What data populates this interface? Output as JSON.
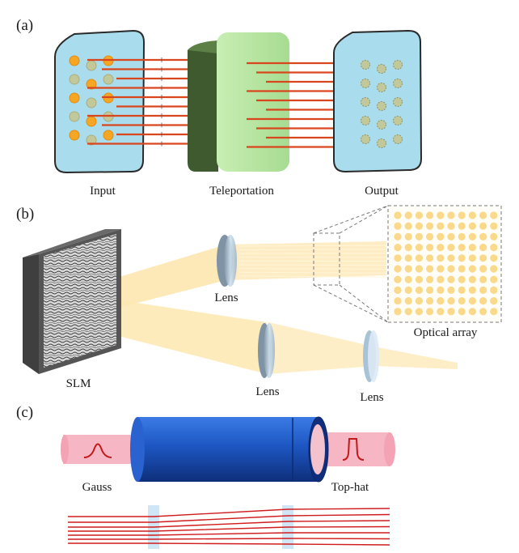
{
  "panels": {
    "a": {
      "label": "(a)",
      "captions": {
        "input": "Input",
        "teleportation": "Teleportation",
        "output": "Output"
      }
    },
    "b": {
      "label": "(b)",
      "captions": {
        "slm": "SLM",
        "lens_top": "Lens",
        "lens_mid": "Lens",
        "lens_right": "Lens",
        "optical_array": "Optical array"
      }
    },
    "c": {
      "label": "(c)",
      "captions": {
        "gauss": "Gauss",
        "top_hat": "Top-hat"
      }
    }
  },
  "colors": {
    "panel_blue": "#a9dcec",
    "block_green": "#b7e6a3",
    "block_dark_green": "#3f5a2e",
    "spot_orange": "#f5a623",
    "spot_grey": "#c3c89a",
    "fiber_red": "#d9461e",
    "beam_yellow": "#fde7b0",
    "cylinder_blue": "#1e5dcc",
    "beam_pink": "#f6b6c3",
    "ray_red": "#d01c1c"
  }
}
